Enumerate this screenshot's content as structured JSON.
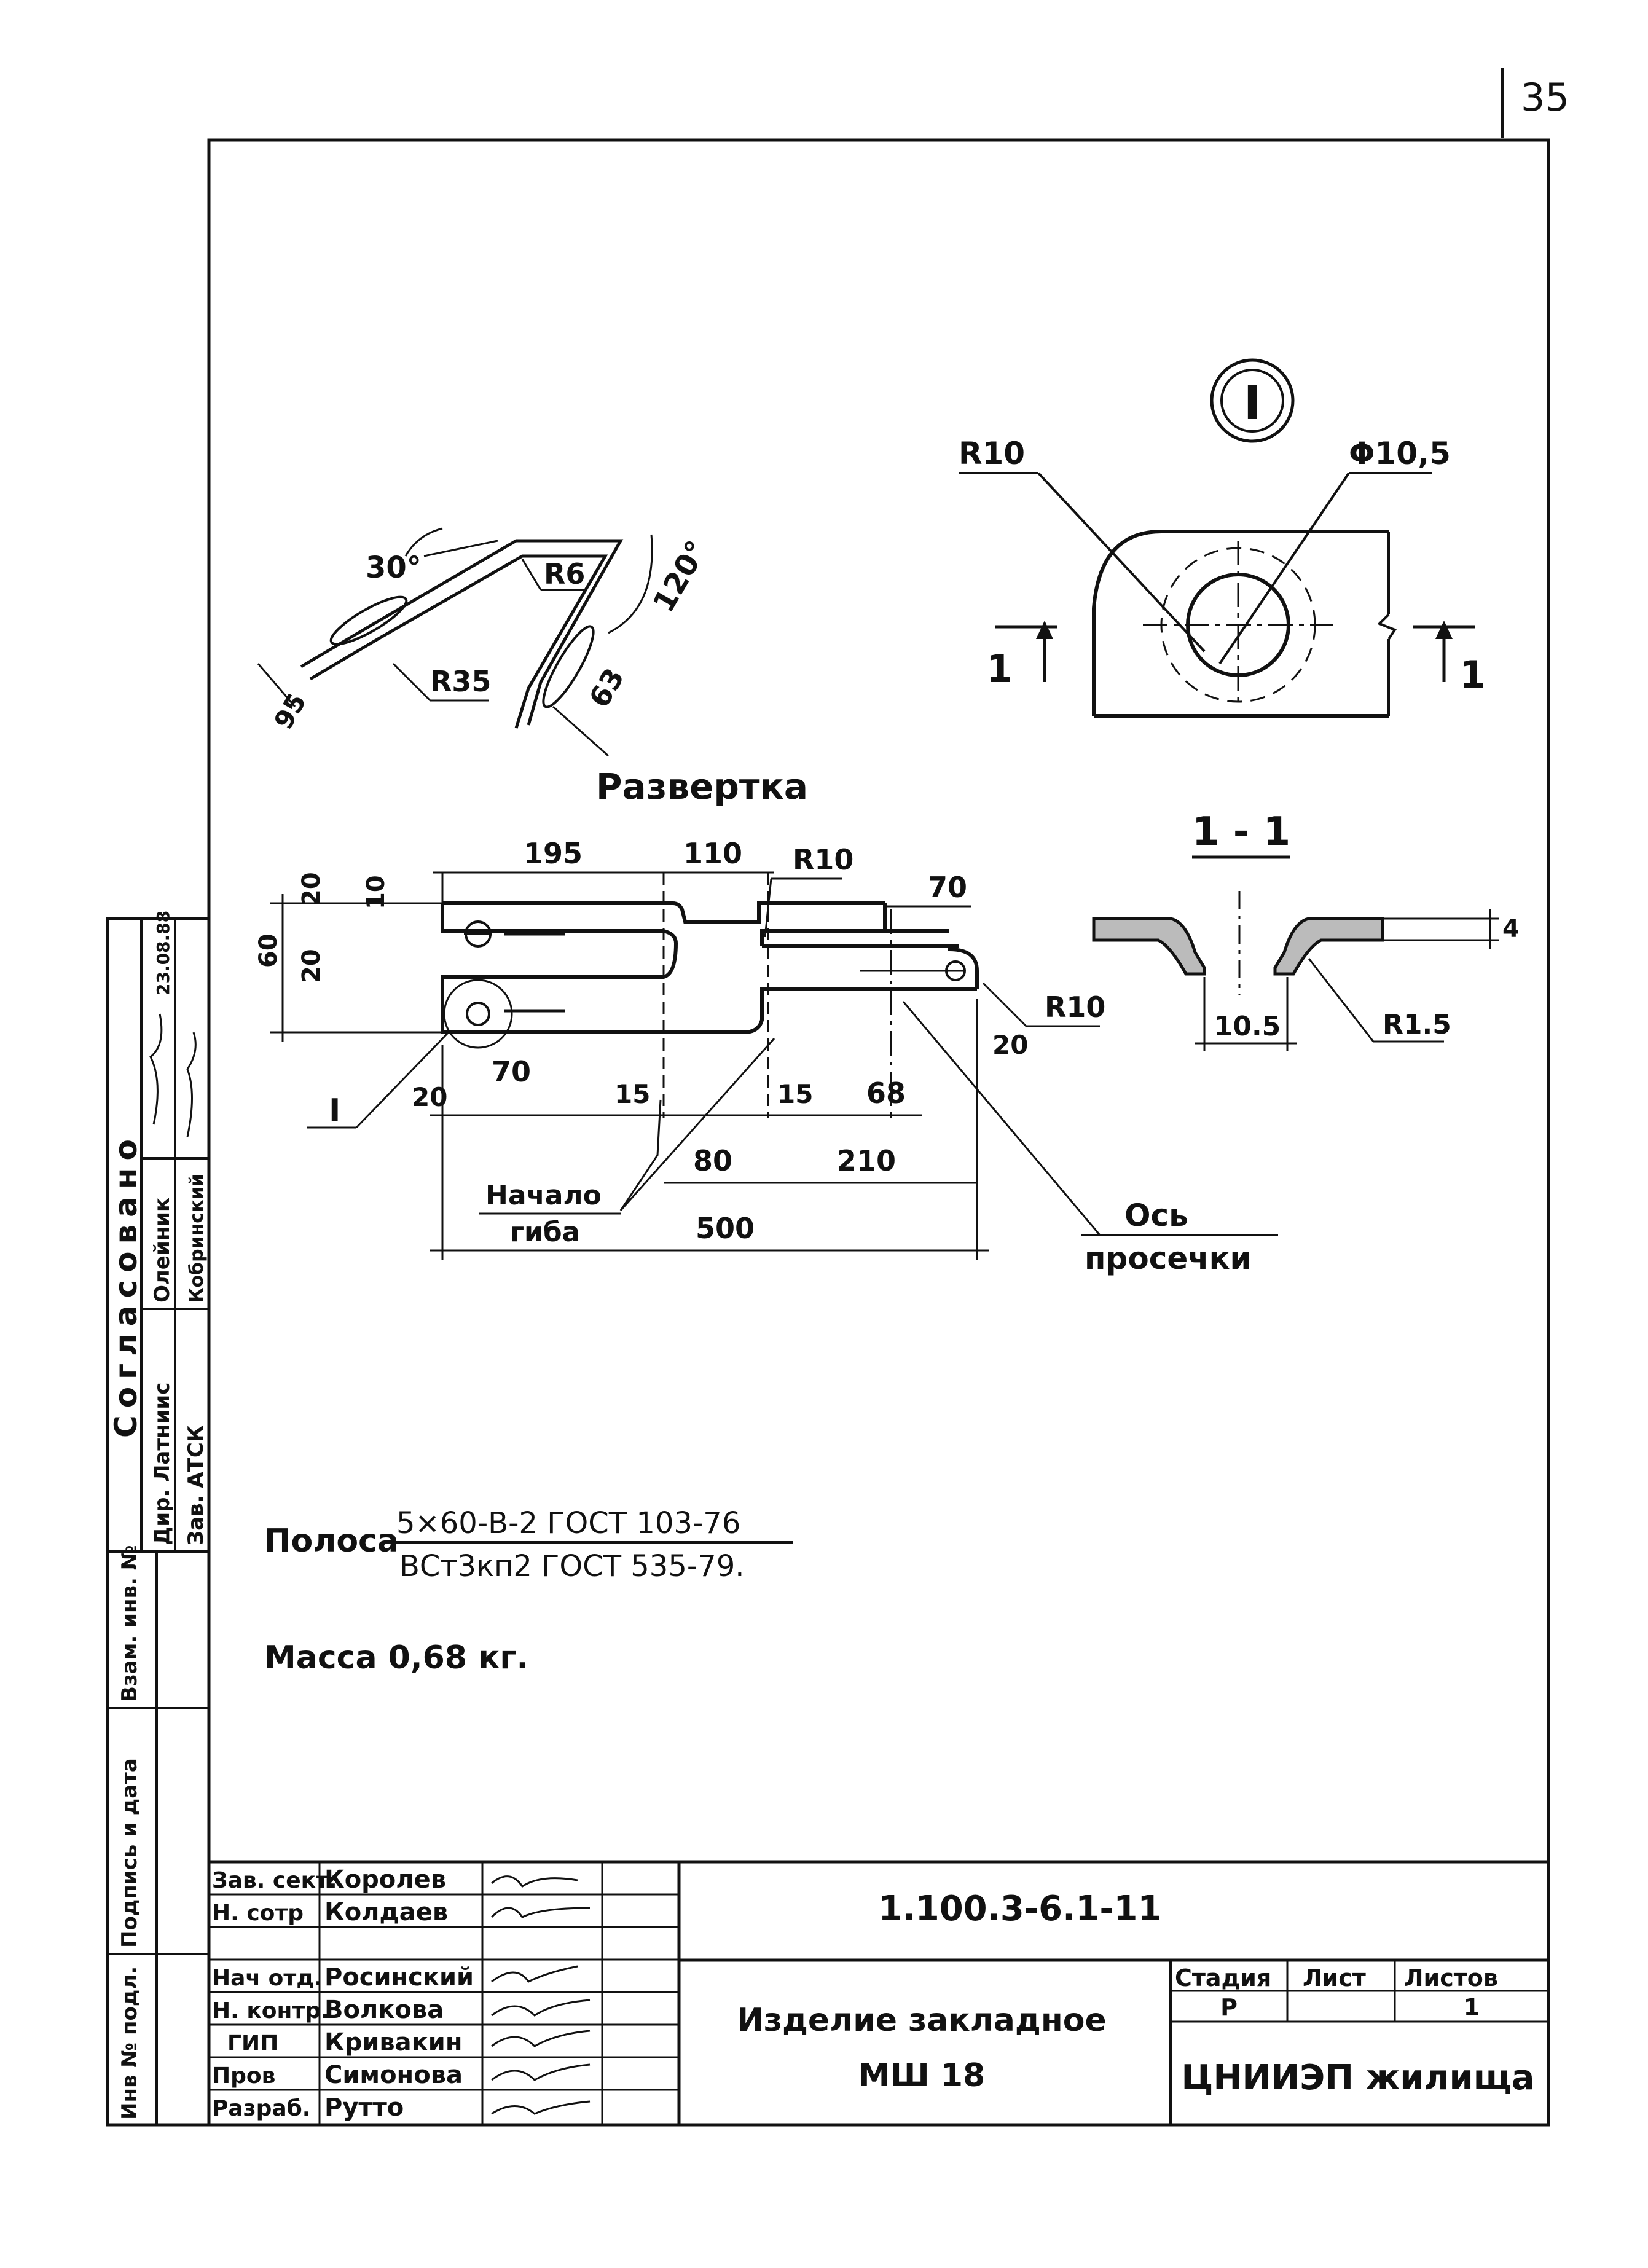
{
  "page_number": "35",
  "detail_callout": "I",
  "view_detail": {
    "r10": "R10",
    "phi": "Φ10,5",
    "section_left": "1",
    "section_right": "1"
  },
  "section_view": {
    "title": "1 - 1",
    "dim_105": "10.5",
    "dim_r15": "R1.5",
    "dim_4": "4"
  },
  "bent_view": {
    "angle_30": "30°",
    "r6": "R6",
    "angle_120": "120°",
    "r35": "R35",
    "dim_63": "63",
    "dim_95": "95"
  },
  "razvertka": {
    "title": "Развертка",
    "d195": "195",
    "d110": "110",
    "r10_top": "R10",
    "d70_top": "70",
    "d20_a": "20",
    "d10": "10",
    "d60": "60",
    "d20_b": "20",
    "r10_right": "R10",
    "d20_right": "20",
    "d70_bottom": "70",
    "d20_bottom": "20",
    "d15_a": "15",
    "d15_b": "15",
    "d68": "68",
    "d80": "80",
    "d210": "210",
    "d500": "500",
    "callout_I": "I",
    "nachalo": "Начало",
    "giba": "гиба",
    "os": "Ось",
    "prosechki": "просечки"
  },
  "material": {
    "prefix": "Полоса",
    "top": "5×60-В-2 ГОСТ 103-76",
    "bottom": "ВСт3кп2 ГОСТ 535-79."
  },
  "mass": "Масса 0,68 кг.",
  "side_stamp": {
    "soglasovano": "Согласовано",
    "row1_title": "Дир. Латниис",
    "row1_name": "Олейник",
    "row1_date": "23.08.88",
    "row2_title": "Зав. АТСК",
    "row2_name": "Кобринский",
    "inv_podl": "Инв № подл.",
    "podpis": "Подпись и дата",
    "vzam": "Взам. инв. №"
  },
  "title_block": {
    "staff": [
      {
        "role": "Зав. сект.",
        "name": "Королев"
      },
      {
        "role": "Н. сотр",
        "name": "Колдаев"
      },
      {
        "role": "",
        "name": ""
      },
      {
        "role": "Нач отд.",
        "name": "Росинский"
      },
      {
        "role": "Н. контр.",
        "name": "Волкова"
      },
      {
        "role": "ГИП",
        "name": "Кривакин"
      },
      {
        "role": "Пров",
        "name": "Симонова"
      },
      {
        "role": "Разраб.",
        "name": "Рутто"
      }
    ],
    "code": "1.100.3-6.1-11",
    "name_line1": "Изделие закладное",
    "name_line2": "МШ 18",
    "stage_label": "Стадия",
    "sheet_label": "Лист",
    "sheets_label": "Листов",
    "stage_value": "Р",
    "sheet_value": "",
    "sheets_value": "1",
    "org": "ЦНИИЭП жилища"
  }
}
